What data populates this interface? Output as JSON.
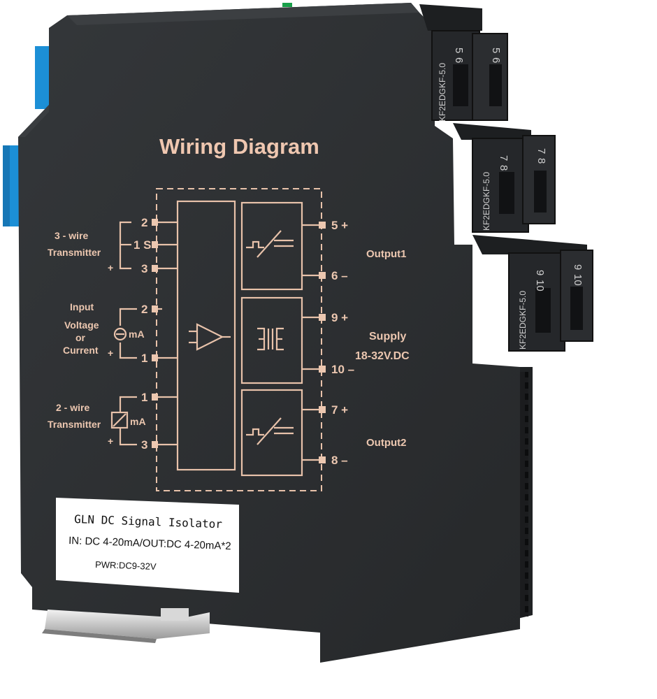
{
  "diagram": {
    "title": "Wiring Diagram",
    "inputs": {
      "three_wire": {
        "line1": "3 - wire",
        "line2": "Transmitter",
        "plus": "+"
      },
      "input_signal": {
        "line1": "Input",
        "line2": "Voltage",
        "line3": "or",
        "line4": "Current",
        "unit": "mA",
        "plus": "+"
      },
      "two_wire": {
        "line1": "2 - wire",
        "line2": "Transmitter",
        "unit": "mA",
        "plus": "+"
      }
    },
    "left_pins": {
      "p2a": "2",
      "p1s": "1 S",
      "p3a": "3",
      "p2b": "2",
      "p1a": "1",
      "p1b": "1",
      "p3b": "3"
    },
    "right_pins": {
      "p5": "5 +",
      "p6": "6 –",
      "p9": "9 +",
      "p10": "10 –",
      "p7": "7 +",
      "p8": "8 –"
    },
    "outputs": {
      "output1": "Output1",
      "supply_line1": "Supply",
      "supply_line2": "18-32V.DC",
      "output2": "Output2"
    }
  },
  "terminal_blocks": [
    {
      "model": "KF2EDGKF-5.0",
      "pins": [
        "5",
        "6"
      ]
    },
    {
      "model": "KF2EDGKF-5.0",
      "pins": [
        "7",
        "8"
      ]
    },
    {
      "model": "KF2EDGKF-5.0",
      "pins": [
        "9",
        "10"
      ]
    }
  ],
  "label_sticker": {
    "line1": "GLN DC Signal Isolator",
    "line2": "IN: DC  4-20mA/OUT:DC 4-20mA*2",
    "line3": "PWR:DC9-32V"
  },
  "colors": {
    "housing": "#2a2c2e",
    "print": "#ecc7b0",
    "clip": "#1c8fd6",
    "sticker": "#ffffff"
  }
}
